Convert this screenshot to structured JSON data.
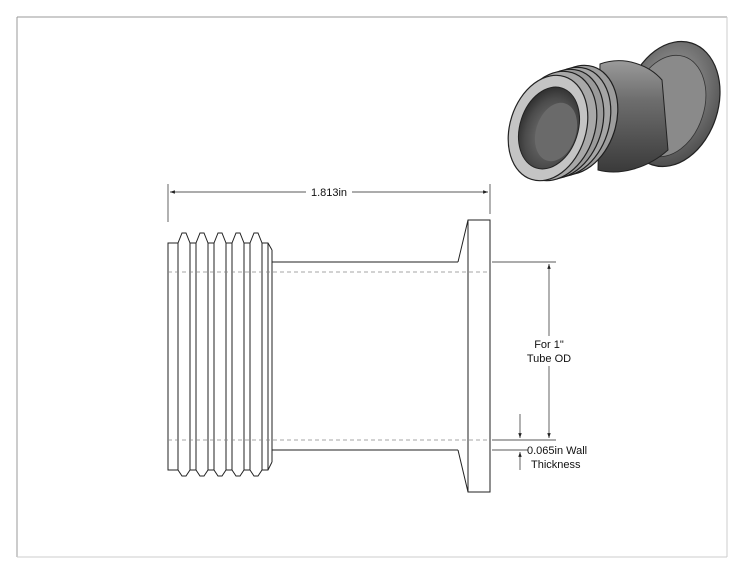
{
  "drawing": {
    "dimensions": {
      "overall_length": "1.813in",
      "tube_od_line1": "For 1\"",
      "tube_od_line2": "Tube OD",
      "wall_line1": "0.065in Wall",
      "wall_line2": "Thickness"
    }
  }
}
